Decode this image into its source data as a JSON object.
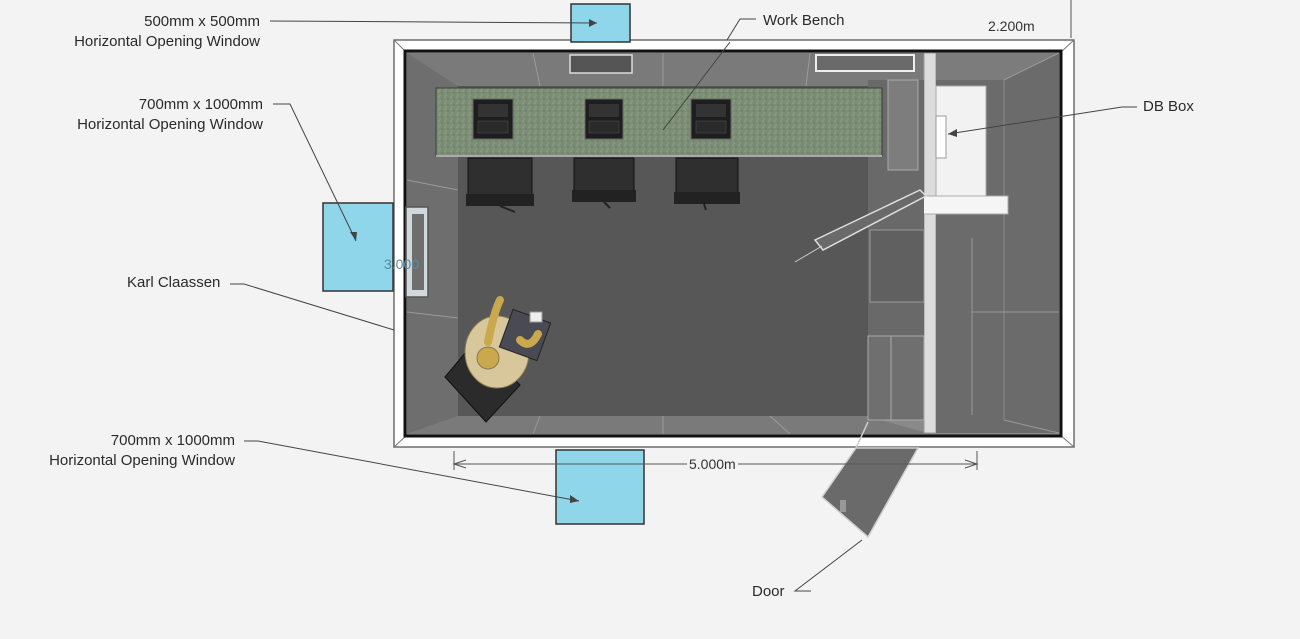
{
  "annotations": {
    "window_small": {
      "line1": "500mm x 500mm",
      "line2": "Horizontal Opening Window"
    },
    "window_left": {
      "line1": "700mm x 1000mm",
      "line2": "Horizontal Opening Window"
    },
    "window_bottom": {
      "line1": "700mm x 1000mm",
      "line2": "Horizontal Opening Window"
    },
    "work_bench": "Work Bench",
    "db_box": "DB Box",
    "person": "Karl Claassen",
    "door": "Door"
  },
  "dimensions": {
    "length": "5.000m",
    "width": "2.200m",
    "side": "3.000"
  },
  "colors": {
    "floor": "#575757",
    "wall": "#8a8a8a",
    "glass": "#8fd6ea",
    "bench": "#7d8f76",
    "background": "#f3f3f3"
  }
}
